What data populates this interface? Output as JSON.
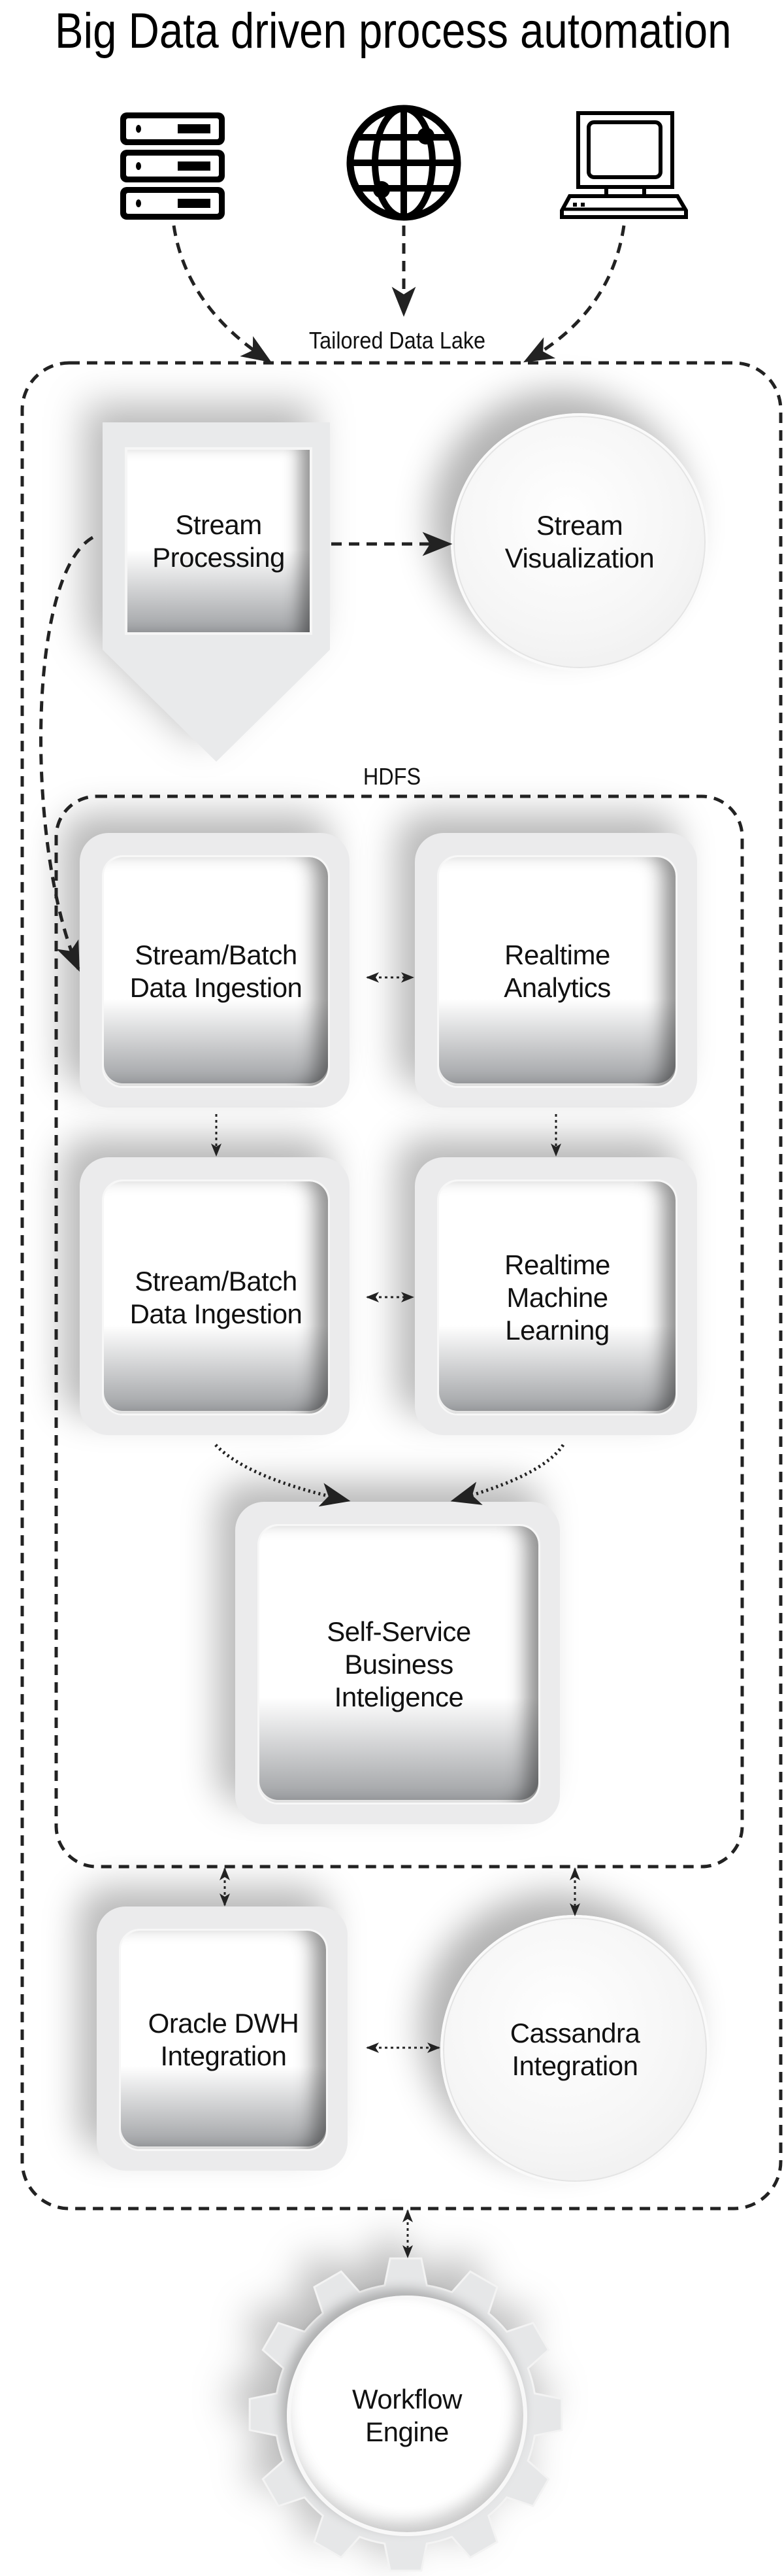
{
  "title": "Big Data driven process automation",
  "sources": [
    {
      "name": "server",
      "icon": "server-icon"
    },
    {
      "name": "internet",
      "icon": "globe-icon"
    },
    {
      "name": "computer",
      "icon": "computer-icon"
    }
  ],
  "data_lake": {
    "label": "Tailored Data Lake"
  },
  "hdfs": {
    "label": "HDFS"
  },
  "nodes": {
    "stream_processing": "Stream\nProcessing",
    "stream_visualization": "Stream\nVisualization",
    "ingestion_1": "Stream/Batch\nData Ingestion",
    "realtime_analytics": "Realtime\nAnalytics",
    "ingestion_2": "Stream/Batch\nData Ingestion",
    "realtime_ml": "Realtime\nMachine\nLearning",
    "self_service_bi": "Self-Service\nBusiness\nInteligence",
    "oracle_dwh": "Oracle DWH\nIntegration",
    "cassandra": "Cassandra\nIntegration",
    "workflow_engine": "Workflow\nEngine"
  },
  "colors": {
    "line": "#222222",
    "frame": "#ebebec",
    "shadow": "#9c9ea1"
  }
}
